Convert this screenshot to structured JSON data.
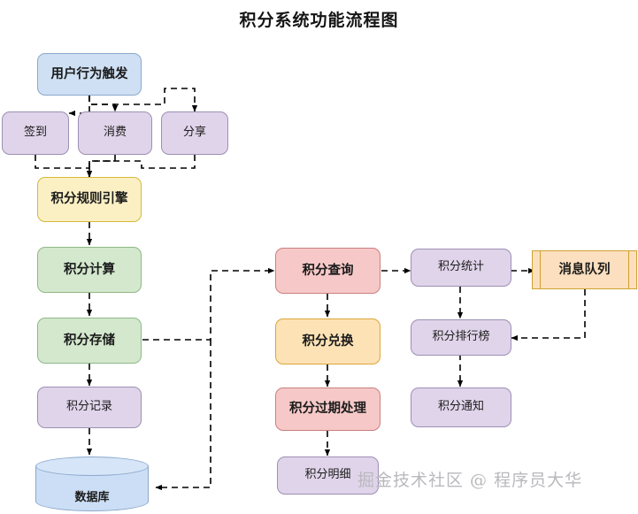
{
  "title": "积分系统功能流程图",
  "watermark": "掘金技术社区 @ 程序员大华",
  "colors": {
    "blue_fill": "#cfe0f4",
    "blue_stroke": "#8aa8cc",
    "purple_fill": "#e0d4ea",
    "purple_stroke": "#9d8fb4",
    "yellow_fill": "#fbf0c4",
    "yellow_stroke": "#d4b93c",
    "green_fill": "#d3e8cd",
    "green_stroke": "#8fb887",
    "pink_fill": "#f6c9c8",
    "pink_stroke": "#c97f7f",
    "orange_fill": "#fde2b6",
    "orange_stroke": "#dca63a",
    "queue_fill": "#fbdfbe",
    "queue_stroke": "#cfa22f",
    "edge": "#000000",
    "title_text": "#151515",
    "watermark_text": "#b9b9bd"
  },
  "nodes": [
    {
      "id": "trigger",
      "label": "用户行为触发",
      "shape": "rounded",
      "color": "blue"
    },
    {
      "id": "checkin",
      "label": "签到",
      "shape": "rounded",
      "color": "purple"
    },
    {
      "id": "consume",
      "label": "消费",
      "shape": "rounded",
      "color": "purple"
    },
    {
      "id": "share",
      "label": "分享",
      "shape": "rounded",
      "color": "purple"
    },
    {
      "id": "ruleengine",
      "label": "积分规则引擎",
      "shape": "rounded",
      "color": "yellow"
    },
    {
      "id": "calc",
      "label": "积分计算",
      "shape": "rounded",
      "color": "green"
    },
    {
      "id": "store",
      "label": "积分存储",
      "shape": "rounded",
      "color": "green"
    },
    {
      "id": "record",
      "label": "积分记录",
      "shape": "rounded",
      "color": "purple"
    },
    {
      "id": "database",
      "label": "数据库",
      "shape": "cylinder",
      "color": "blue"
    },
    {
      "id": "query",
      "label": "积分查询",
      "shape": "rounded",
      "color": "pink"
    },
    {
      "id": "exchange",
      "label": "积分兑换",
      "shape": "rounded",
      "color": "orange"
    },
    {
      "id": "expire",
      "label": "积分过期处理",
      "shape": "rounded",
      "color": "pink"
    },
    {
      "id": "detail",
      "label": "积分明细",
      "shape": "rounded",
      "color": "purple"
    },
    {
      "id": "stats",
      "label": "积分统计",
      "shape": "rounded",
      "color": "purple"
    },
    {
      "id": "ranking",
      "label": "积分排行榜",
      "shape": "rounded",
      "color": "purple"
    },
    {
      "id": "notify",
      "label": "积分通知",
      "shape": "rounded",
      "color": "purple"
    },
    {
      "id": "mq",
      "label": "消息队列",
      "shape": "subroutine",
      "color": "queue"
    }
  ],
  "edges": [
    {
      "from": "trigger",
      "to": "checkin"
    },
    {
      "from": "trigger",
      "to": "consume"
    },
    {
      "from": "trigger",
      "to": "share"
    },
    {
      "from": "checkin",
      "to": "ruleengine"
    },
    {
      "from": "consume",
      "to": "ruleengine"
    },
    {
      "from": "share",
      "to": "ruleengine"
    },
    {
      "from": "ruleengine",
      "to": "calc"
    },
    {
      "from": "calc",
      "to": "store"
    },
    {
      "from": "store",
      "to": "record"
    },
    {
      "from": "record",
      "to": "database"
    },
    {
      "from": "store",
      "to": "query"
    },
    {
      "from": "store",
      "to": "database"
    },
    {
      "from": "query",
      "to": "exchange"
    },
    {
      "from": "exchange",
      "to": "expire"
    },
    {
      "from": "expire",
      "to": "detail"
    },
    {
      "from": "query",
      "to": "stats"
    },
    {
      "from": "stats",
      "to": "ranking"
    },
    {
      "from": "ranking",
      "to": "notify"
    },
    {
      "from": "stats",
      "to": "mq"
    },
    {
      "from": "mq",
      "to": "ranking"
    }
  ]
}
